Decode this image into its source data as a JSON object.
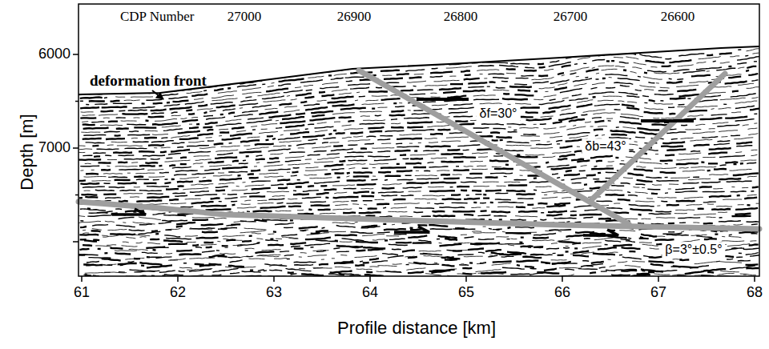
{
  "diagram": {
    "labels": [
      "CDP Number",
      "27000",
      "26900",
      "26800",
      "26700",
      "26600",
      "deformation front",
      "δf=30°",
      "δb=43°",
      "β=3°±0.5°",
      "6000",
      "7000",
      "Depth [m]",
      "61",
      "62",
      "63",
      "64",
      "65",
      "66",
      "67",
      "68",
      "Profile distance [km]"
    ]
  }
}
